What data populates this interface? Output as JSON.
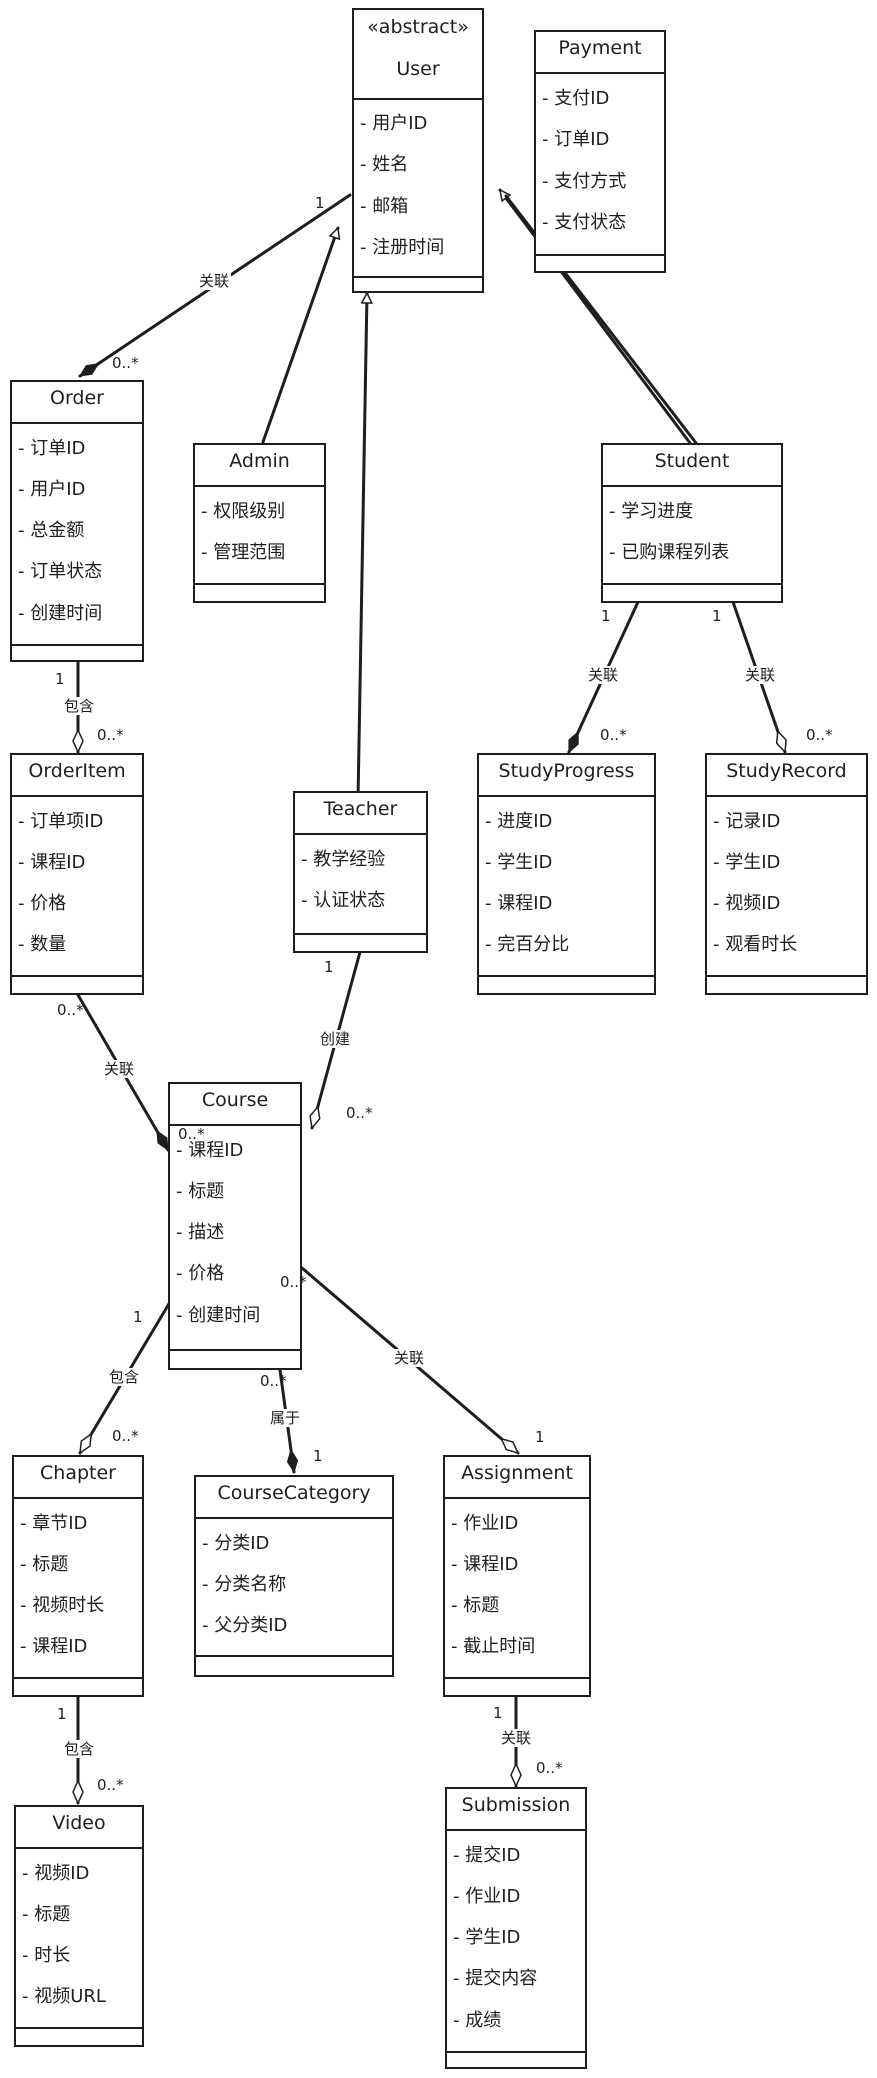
{
  "classes": {
    "user": {
      "stereotype": "«abstract»",
      "name": "User",
      "attributes": [
        "- 用户ID",
        "- 姓名",
        "- 邮箱",
        "- 注册时间"
      ]
    },
    "payment": {
      "name": "Payment",
      "attributes": [
        "- 支付ID",
        "- 订单ID",
        "- 支付方式",
        "- 支付状态"
      ]
    },
    "order": {
      "name": "Order",
      "attributes": [
        "- 订单ID",
        "- 用户ID",
        "- 总金额",
        "- 订单状态",
        "- 创建时间"
      ]
    },
    "admin": {
      "name": "Admin",
      "attributes": [
        "- 权限级别",
        "- 管理范围"
      ]
    },
    "student": {
      "name": "Student",
      "attributes": [
        "- 学习进度",
        "- 已购课程列表"
      ]
    },
    "orderitem": {
      "name": "OrderItem",
      "attributes": [
        "- 订单项ID",
        "- 课程ID",
        "- 价格",
        "- 数量"
      ]
    },
    "teacher": {
      "name": "Teacher",
      "attributes": [
        "- 教学经验",
        "- 认证状态"
      ]
    },
    "studyprogress": {
      "name": "StudyProgress",
      "attributes": [
        "- 进度ID",
        "- 学生ID",
        "- 课程ID",
        "- 完百分比"
      ]
    },
    "studyrecord": {
      "name": "StudyRecord",
      "attributes": [
        "- 记录ID",
        "- 学生ID",
        "- 视频ID",
        "- 观看时长"
      ]
    },
    "course": {
      "name": "Course",
      "attributes": [
        "- 课程ID",
        "- 标题",
        "- 描述",
        "- 价格",
        "- 创建时间"
      ]
    },
    "chapter": {
      "name": "Chapter",
      "attributes": [
        "- 章节ID",
        "- 标题",
        "- 视频时长",
        "- 课程ID"
      ]
    },
    "coursecategory": {
      "name": "CourseCategory",
      "attributes": [
        "- 分类ID",
        "- 分类名称",
        "- 父分类ID"
      ]
    },
    "assignment": {
      "name": "Assignment",
      "attributes": [
        "- 作业ID",
        "- 课程ID",
        "- 标题",
        "- 截止时间"
      ]
    },
    "video": {
      "name": "Video",
      "attributes": [
        "- 视频ID",
        "- 标题",
        "- 时长",
        "- 视频URL"
      ]
    },
    "submission": {
      "name": "Submission",
      "attributes": [
        "- 提交ID",
        "- 作业ID",
        "- 学生ID",
        "- 提交内容",
        "- 成绩"
      ]
    }
  },
  "relations": {
    "user_order": {
      "label": "关联",
      "source_mult": "1",
      "target_mult": "0..*"
    },
    "order_orderitem": {
      "label": "包含",
      "source_mult": "1",
      "target_mult": "0..*"
    },
    "student_studyprogress": {
      "label": "关联",
      "source_mult": "1",
      "target_mult": "0..*"
    },
    "student_studyrecord": {
      "label": "关联",
      "source_mult": "1",
      "target_mult": "0..*"
    },
    "orderitem_course": {
      "label": "关联",
      "source_mult": "0..*",
      "target_mult": "0..*"
    },
    "teacher_course": {
      "label": "创建",
      "source_mult": "1",
      "target_mult": "0..*"
    },
    "course_chapter": {
      "label": "包含",
      "source_mult": "1",
      "target_mult": "0..*"
    },
    "course_coursecategory": {
      "label": "属于",
      "source_mult": "0..*",
      "target_mult": "1"
    },
    "course_assignment": {
      "label": "关联",
      "source_mult": "0..*",
      "target_mult": "1"
    },
    "chapter_video": {
      "label": "包含",
      "source_mult": "1",
      "target_mult": "0..*"
    },
    "assignment_submission": {
      "label": "关联",
      "source_mult": "1",
      "target_mult": "0..*"
    }
  }
}
